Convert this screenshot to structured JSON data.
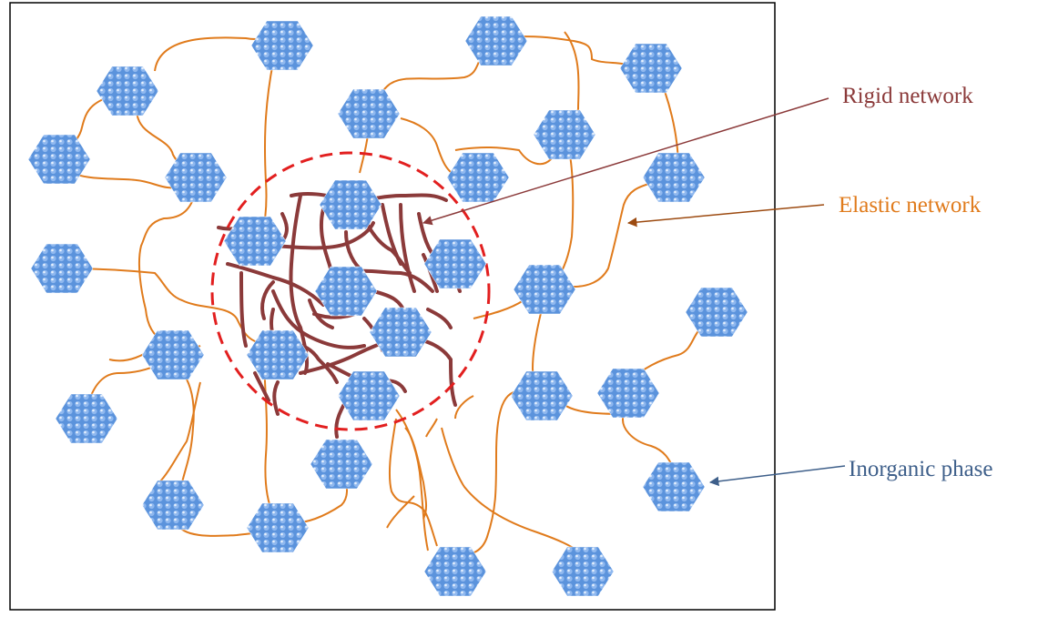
{
  "labels": {
    "rigid_network": "Rigid network",
    "elastic_network": "Elastic network",
    "inorganic_phase": "Inorganic phase"
  },
  "colors": {
    "rigid": "#8b3a3a",
    "elastic": "#e07b1c",
    "inorganic_label": "#3e5f8a",
    "particle_fill": "#4f88d6",
    "particle_dot": "#b9d4f7",
    "dashed_circle": "#e21f1f",
    "frame": "#000000"
  },
  "legend_items": [
    {
      "name": "rigid-network",
      "text_key": "rigid_network"
    },
    {
      "name": "elastic-network",
      "text_key": "elastic_network"
    },
    {
      "name": "inorganic-phase",
      "text_key": "inorganic_phase"
    }
  ]
}
